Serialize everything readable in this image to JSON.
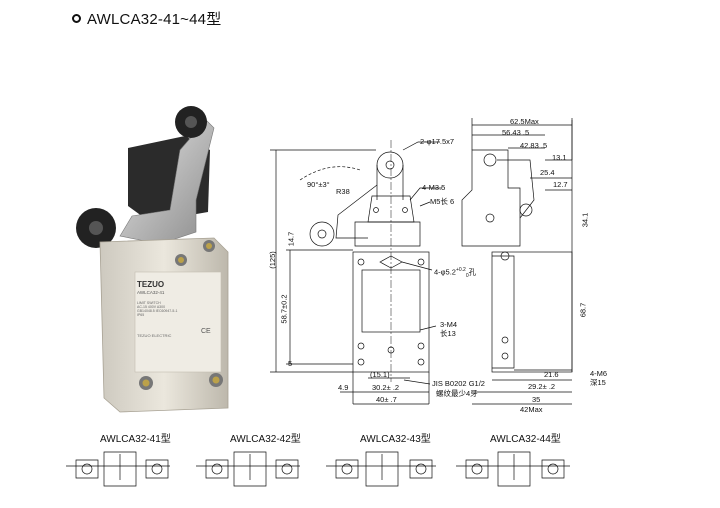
{
  "title": "AWLCA32-41~44型",
  "product": {
    "brand": "TEZUO",
    "model": "AWLCA32-41",
    "line1": "LIMIT SWITCH",
    "line2": "AC-15 400V A300",
    "line3": "GB14048.5 IEC60947-5-1",
    "line4": "IP65",
    "maker": "TEZUO ELECTRIC",
    "ce": "CE"
  },
  "drawing": {
    "dims": {
      "d62_5": "62.5Max",
      "d56_43": "56.43",
      "d56_43_tol": ".5",
      "d42_83": "42.83",
      "d42_83_tol": ".5",
      "d13_1": "13.1",
      "d25_4": "25.4",
      "d12_7": "12.7",
      "d34_1": "34.1",
      "d68_7": "68.7",
      "d125": "(125)",
      "d14_7": "14.7",
      "d58_7": "58.7±0.2",
      "d5": "5",
      "d4_9": "4.9",
      "d15_1": "(15.1)",
      "d30_2": "30.2±",
      "d30_2_tol": ".2",
      "d40": "40±",
      "d40_tol": ".7",
      "d21_6": "21.6",
      "d29_2": "29.2±",
      "d29_2_tol": ".2",
      "d35": "35",
      "d42": "42Max",
      "angle": "90°±3°",
      "r38": "R38",
      "hole_175": "2-φ17.5x7",
      "m3_5": "4-M3.5",
      "m5": "M5长 6",
      "hole_52": "4-φ5.2",
      "hole_52_tol": "+0.2",
      "hole_52_tol2": "0",
      "hole_52_suffix": "孔",
      "m4": "3-M4",
      "m4_len": "长13",
      "m6": "4-M6",
      "m6_depth": "深15",
      "jis": "JIS B0202 G1/2",
      "thread_note": "螺纹最少4牙"
    }
  },
  "variants": [
    {
      "label": "AWLCA32-41型"
    },
    {
      "label": "AWLCA32-42型"
    },
    {
      "label": "AWLCA32-43型"
    },
    {
      "label": "AWLCA32-44型"
    }
  ]
}
